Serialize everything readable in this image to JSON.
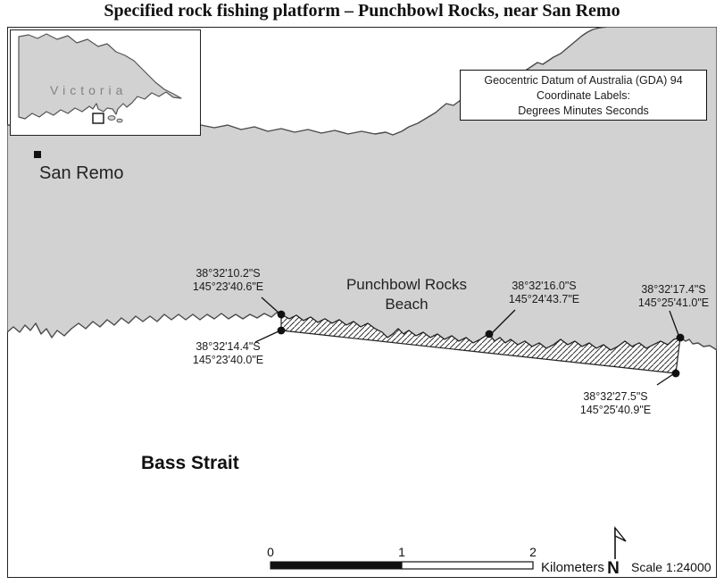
{
  "title": "Specified rock fishing platform – Punchbowl Rocks, near San Remo",
  "inset": {
    "region": "Victoria"
  },
  "datum_box": {
    "line1": "Geocentric Datum of Australia (GDA) 94",
    "line2": "Coordinate Labels:",
    "line3": "Degrees Minutes Seconds"
  },
  "map_labels": {
    "town": "San Remo",
    "beach_line1": "Punchbowl Rocks",
    "beach_line2": "Beach",
    "sea": "Bass Strait"
  },
  "coordinates": [
    {
      "lat": "38°32'10.2\"S",
      "lon": "145°23'40.6\"E"
    },
    {
      "lat": "38°32'14.4\"S",
      "lon": "145°23'40.0\"E"
    },
    {
      "lat": "38°32'16.0\"S",
      "lon": "145°24'43.7\"E"
    },
    {
      "lat": "38°32'17.4\"S",
      "lon": "145°25'41.0\"E"
    },
    {
      "lat": "38°32'27.5\"S",
      "lon": "145°25'40.9\"E"
    }
  ],
  "scale": {
    "tick0": "0",
    "tick1": "1",
    "tick2": "2",
    "units": "Kilometers",
    "north": "N",
    "text": "Scale 1:24000"
  },
  "colors": {
    "land": "#d2d2d2",
    "coast": "#4a4a4a",
    "water": "#ffffff"
  }
}
